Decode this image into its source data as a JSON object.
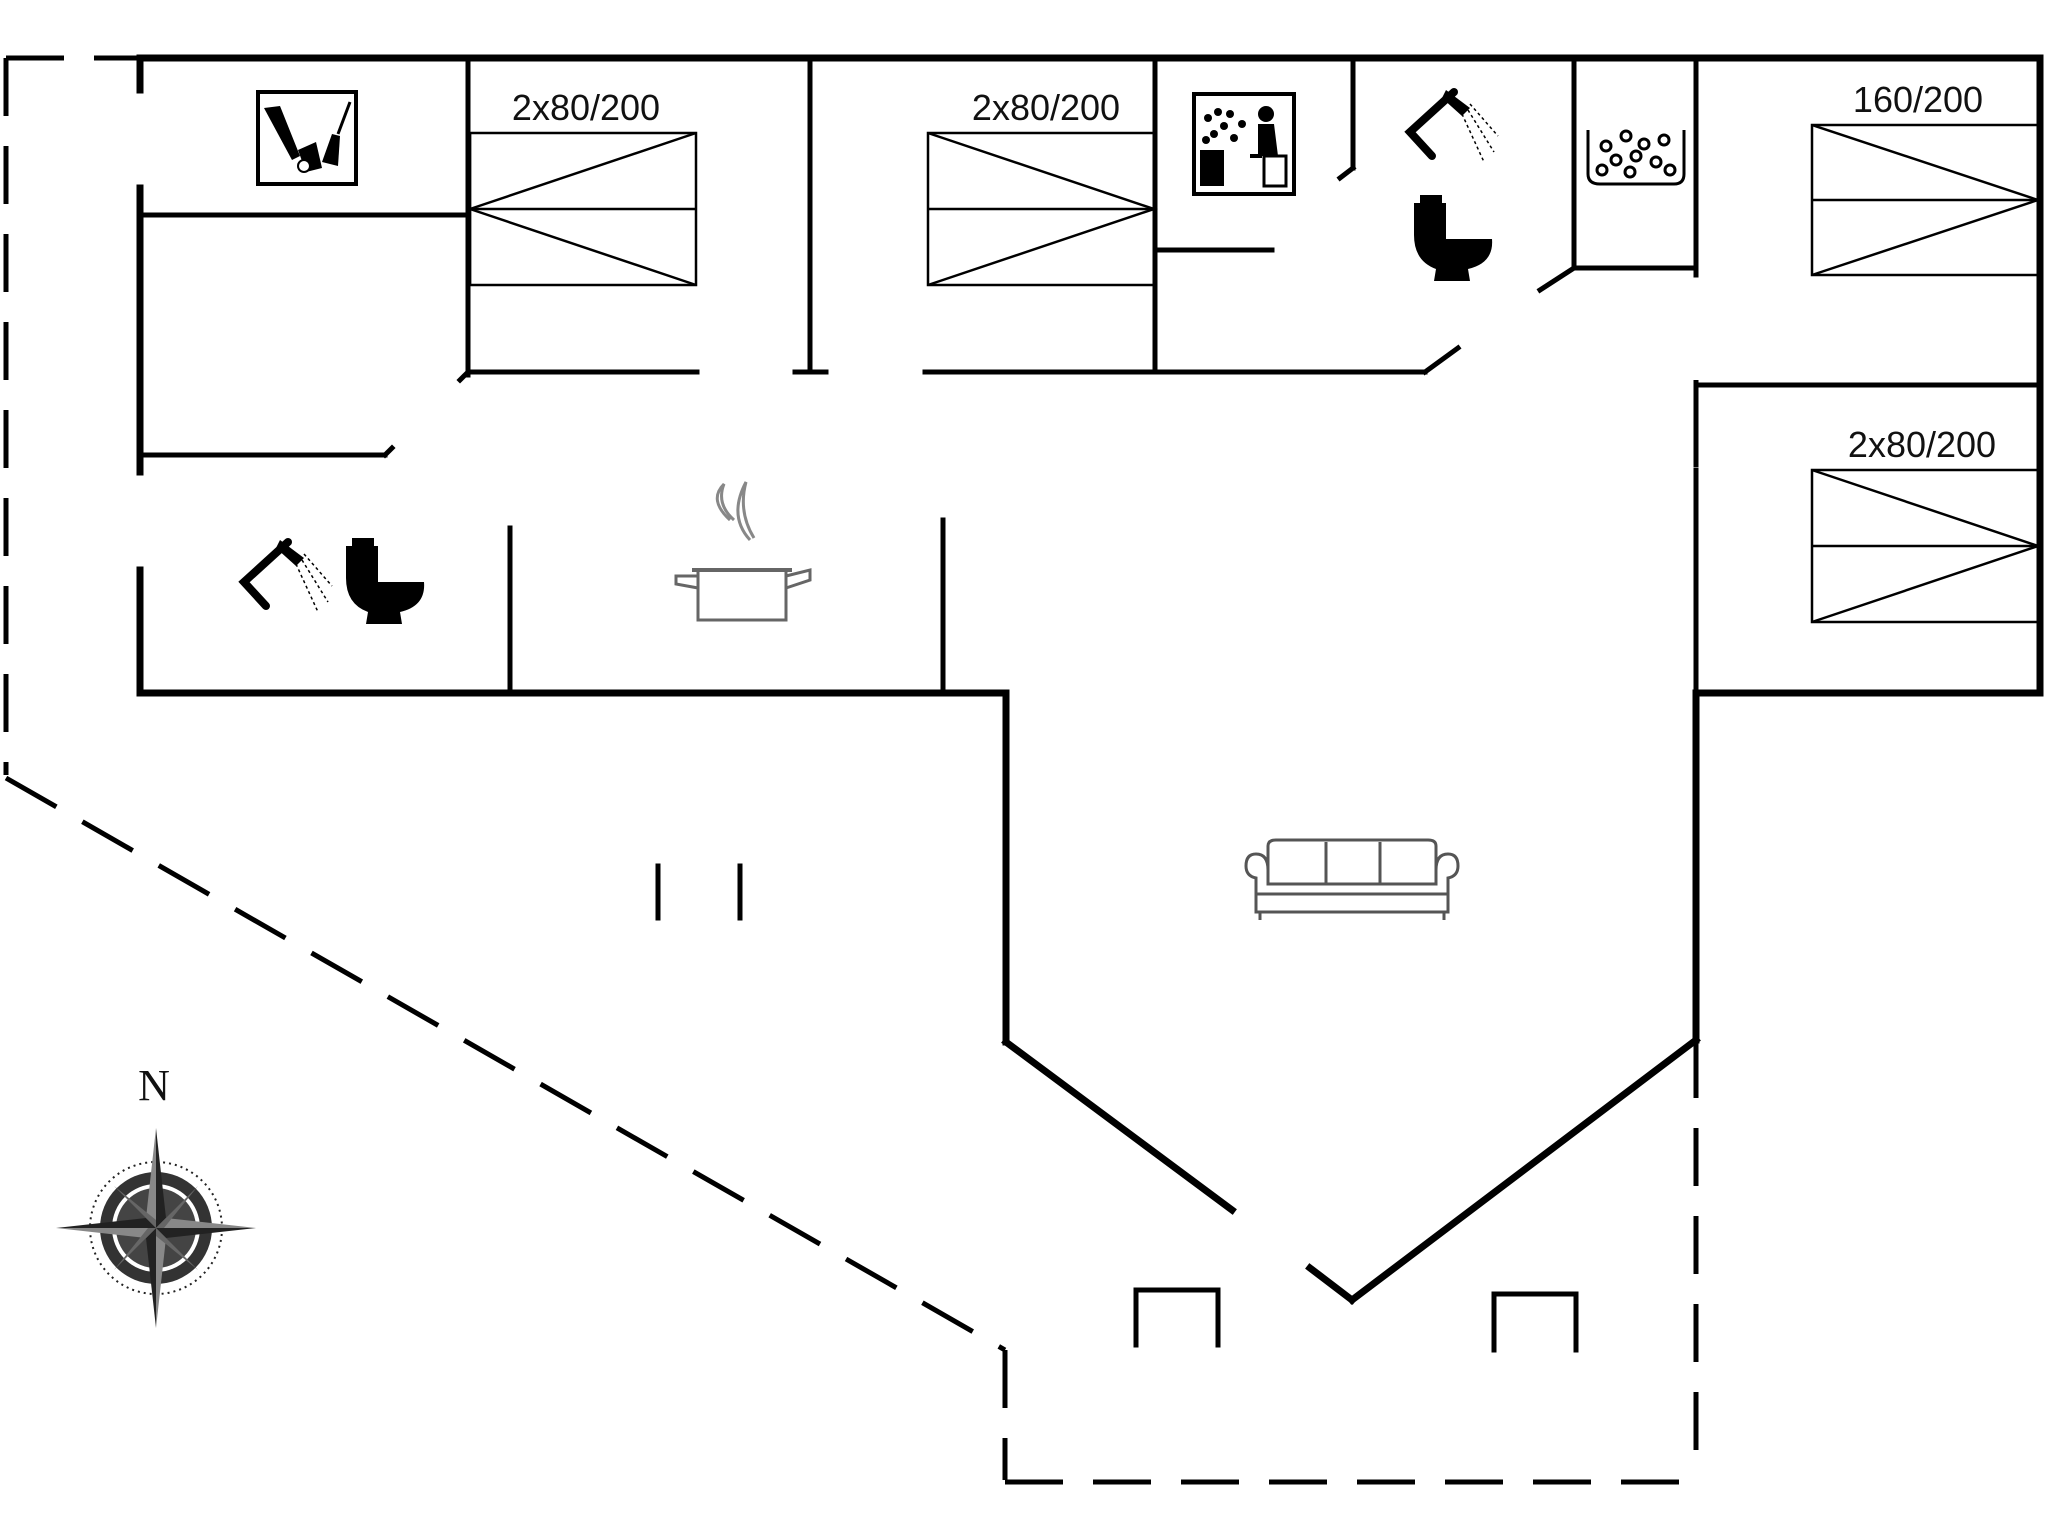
{
  "plan": {
    "north_label": "N",
    "bed_labels": {
      "bedroom_1": "2x80/200",
      "bedroom_2": "2x80/200",
      "bedroom_3": "160/200",
      "bedroom_4": "2x80/200"
    },
    "icons": [
      "washing-machine-icon",
      "sauna-icon",
      "shower-icon",
      "toilet-icon",
      "whirlpool-icon",
      "cooking-pot-icon",
      "sofa-icon",
      "compass-rose-icon"
    ]
  }
}
